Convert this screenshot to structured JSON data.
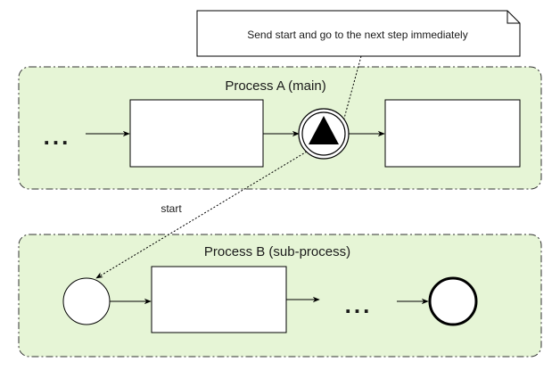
{
  "note": {
    "text": "Send start and go to the next step immediately"
  },
  "process_a": {
    "title": "Process A (main)",
    "ellipsis": "..."
  },
  "process_b": {
    "title": "Process B (sub-process)",
    "ellipsis": "..."
  },
  "message": {
    "label": "start"
  },
  "colors": {
    "pool_fill": "#e6f5d6",
    "pool_stroke": "#333333",
    "shape_stroke": "#000000",
    "shape_fill": "#ffffff"
  }
}
